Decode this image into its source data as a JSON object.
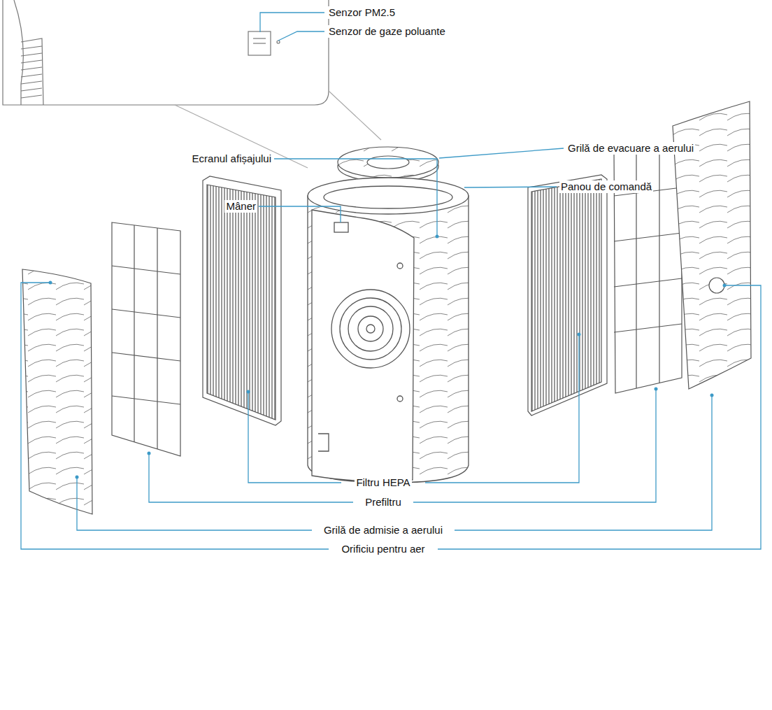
{
  "diagram": {
    "labels": [
      "Senzor PM2.5",
      "Senzor de gaze poluante",
      "Grilă de evacuare a aerului",
      "Panou de comandă",
      "Ecranul afișajului",
      "Mâner",
      "Filtru HEPA",
      "Prefiltru",
      "Grilă de admisie a aerului",
      "Orificiu pentru aer"
    ]
  }
}
